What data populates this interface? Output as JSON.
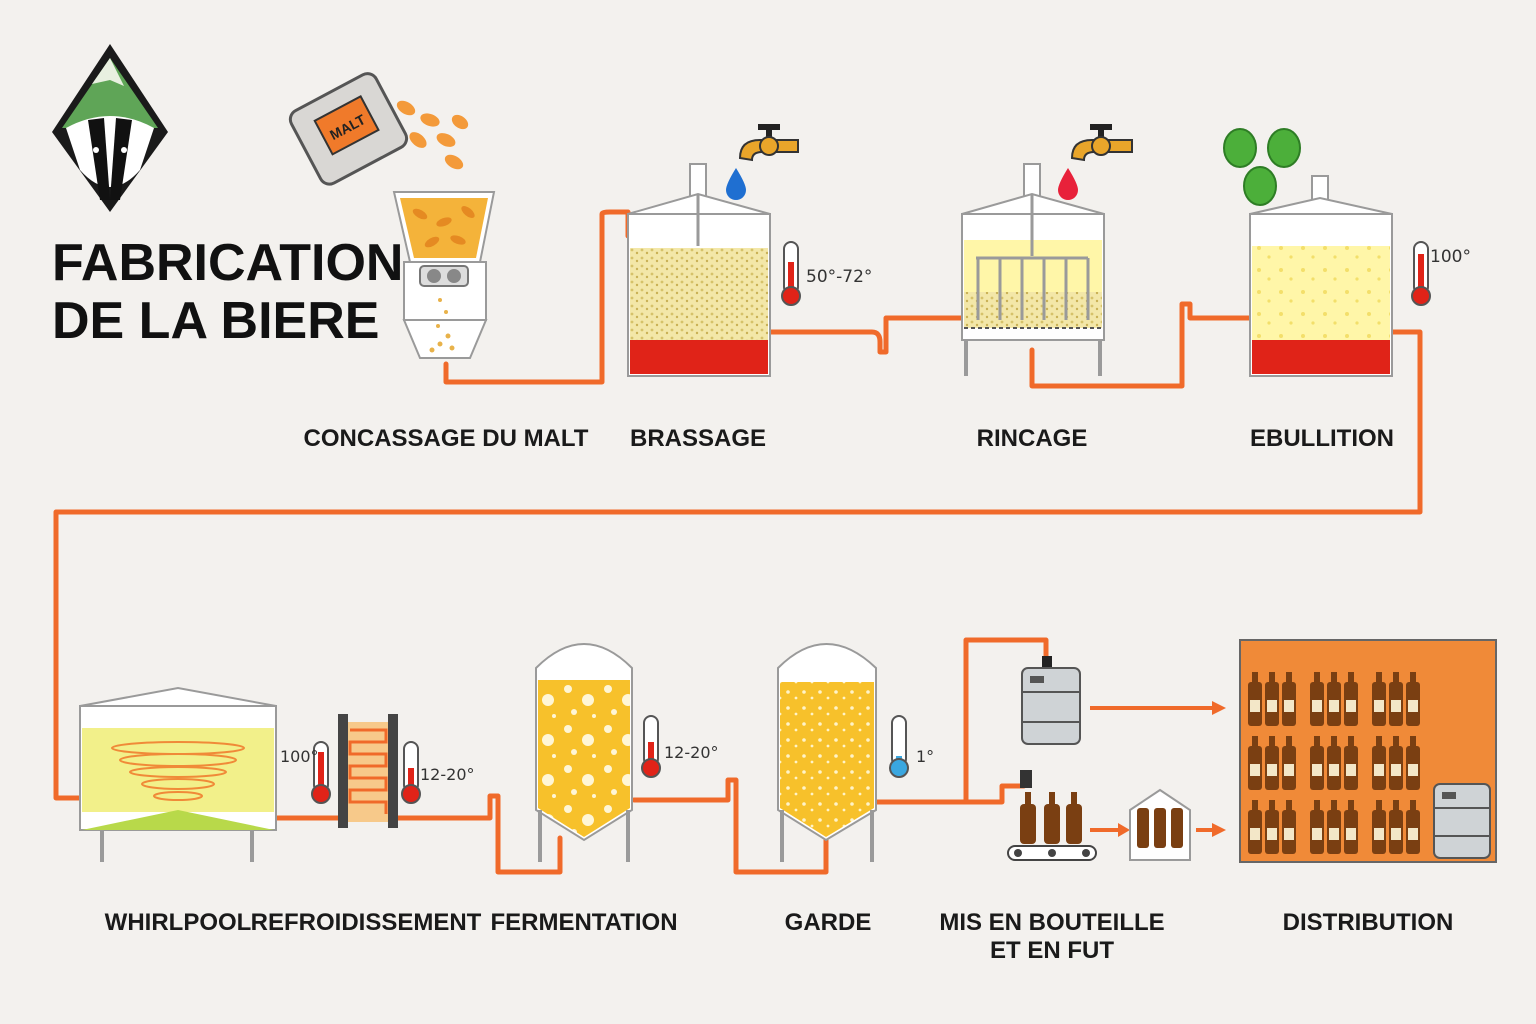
{
  "title": {
    "line1": "FABRICATION",
    "line2": "DE LA BIERE"
  },
  "steps": [
    {
      "label": "CONCASSAGE DU MALT"
    },
    {
      "label": "BRASSAGE"
    },
    {
      "label": "RINCAGE"
    },
    {
      "label": "EBULLITION"
    },
    {
      "label": "WHIRLPOOL"
    },
    {
      "label": "REFROIDISSEMENT"
    },
    {
      "label": "FERMENTATION"
    },
    {
      "label": "GARDE"
    },
    {
      "label": "MIS EN BOUTEILLE",
      "label2": "ET EN FUT"
    },
    {
      "label": "DISTRIBUTION"
    }
  ],
  "temperatures": {
    "brassage": "50°-72°",
    "ebullition": "100°",
    "whirlpool_in": "100°",
    "refroidissement_out": "12-20°",
    "fermentation": "12-20°",
    "garde": "1°"
  },
  "malt_bag_text": "MALT",
  "icons": [
    "badger-mountain-logo",
    "malt-bag-icon",
    "grain-icon",
    "tap-icon",
    "water-drop-icon",
    "hop-icon",
    "thermometer-icon",
    "keg-icon",
    "bottle-icon",
    "conveyor-icon",
    "crate-icon"
  ],
  "colors": {
    "pipe": "#f06a2a",
    "wort": "#fff6a8",
    "mash_red": "#e02318",
    "beer": "#f7c12b",
    "cold_blue": "#3aa7e0",
    "distribution_bg": "#f08a38",
    "bottle": "#7a3f12"
  }
}
